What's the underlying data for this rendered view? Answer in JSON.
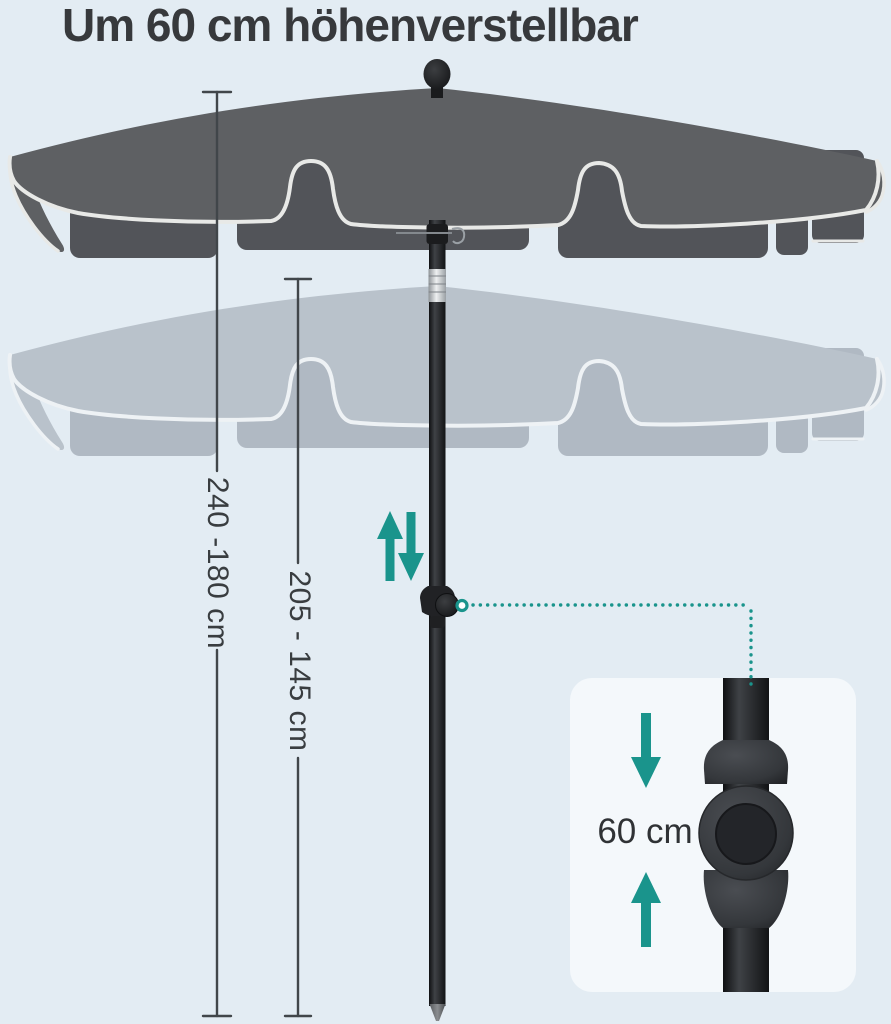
{
  "title": "Um 60 cm höhenverstellbar",
  "measurements": {
    "full_height_label": "240 -180 cm",
    "canopy_height_label": "205 - 145 cm",
    "adjustment_label": "60 cm"
  },
  "colors": {
    "background": "#e3ecf3",
    "accent_teal": "#1a948c",
    "canopy_dark": "#5e6063",
    "canopy_back_panel": "#525459",
    "canopy_ghost": "#b9c2cb",
    "piping_white": "#e8e9e7",
    "detail_panel": "#f4f8fb",
    "pole_black": "#17181a",
    "text_dark": "#37393c"
  },
  "icons": {
    "finial": "ball-finial-icon",
    "up_arrow": "arrow-up-icon",
    "down_arrow": "arrow-down-icon",
    "marker": "ring-marker-icon",
    "connector": "dotted-connector-line"
  }
}
